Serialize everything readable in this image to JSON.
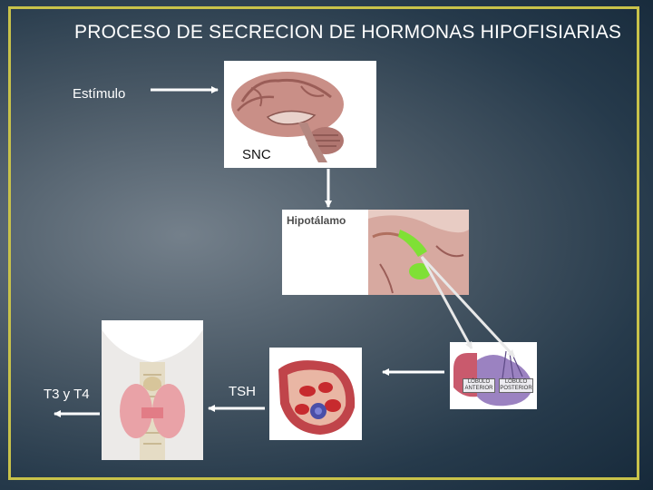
{
  "title": "PROCESO DE SECRECION DE HORMONAS HIPOFISIARIAS",
  "labels": {
    "stimulus": "Estímulo",
    "cns": "SNC",
    "hypothalamus": "Hipotálamo",
    "tsh": "TSH",
    "t3_t4": "T3 y T4"
  },
  "pituitary_lobes": {
    "anterior": "LÓBULO ANTERIOR",
    "posterior": "LÓBULO POSTERIOR"
  },
  "colors": {
    "frame": "#c8c24a",
    "arrow": "#ffffff",
    "hypothalamus_highlight": "#7fe035"
  }
}
